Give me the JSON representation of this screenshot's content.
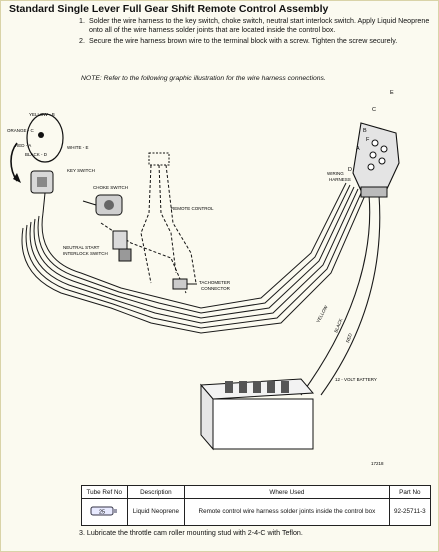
{
  "title": "Standard Single Lever Full Gear Shift Remote Control Assembly",
  "steps": [
    {
      "num": "1.",
      "text": "Solder the wire harness to the key switch, choke switch, neutral start interlock switch. Apply Liquid Neoprene onto all of the wire harness solder joints that are located inside the control box."
    },
    {
      "num": "2.",
      "text": "Secure the wire harness brown wire to the terminal block with a screw. Tighten the screw securely."
    }
  ],
  "note": "NOTE: Refer to the following graphic illustration for the wire harness connections.",
  "illustration": {
    "labels": {
      "yellow": "YELLOW - B",
      "orange": "ORANGE - C",
      "red": "RED - A",
      "black": "BLACK - D",
      "white": "WHITE - E",
      "key_switch": "KEY SWITCH",
      "choke_switch": "CHOKE SWITCH",
      "remote_control": "REMOTE CONTROL",
      "neutral_start": "NEUTRAL START",
      "interlock_switch": "INTERLOCK SWITCH",
      "tachometer": "TACHOMETER",
      "connector": "CONNECTOR",
      "wiring": "WIRING",
      "harness": "HARNESS",
      "battery": "12 - VOLT BATTERY",
      "wire_yellow": "YELLOW",
      "wire_black": "BLACK",
      "wire_red": "RED",
      "figure_number": "17218"
    },
    "connector_letters": [
      "E",
      "C",
      "B",
      "F",
      "A",
      "D"
    ]
  },
  "table": {
    "headers": [
      "Tube Ref No",
      "Description",
      "Where Used",
      "Part No"
    ],
    "rows": [
      {
        "ref": "25",
        "description": "Liquid Neoprene",
        "where_used": "Remote control wire harness solder joints inside the control box",
        "part_no": "92-25711-3"
      }
    ]
  },
  "step3": {
    "num": "3.",
    "text": "Lubricate the throttle cam roller mounting stud with 2-4-C with Teflon."
  }
}
